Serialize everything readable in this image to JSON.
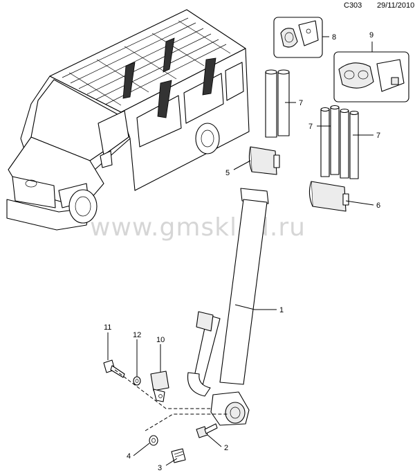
{
  "header": {
    "code": "C303",
    "date": "29/11/2010"
  },
  "watermark": "www.gmsklad.ru",
  "callouts": [
    "1",
    "2",
    "3",
    "4",
    "5",
    "6",
    "7",
    "7",
    "7",
    "8",
    "9",
    "10",
    "11",
    "12"
  ]
}
